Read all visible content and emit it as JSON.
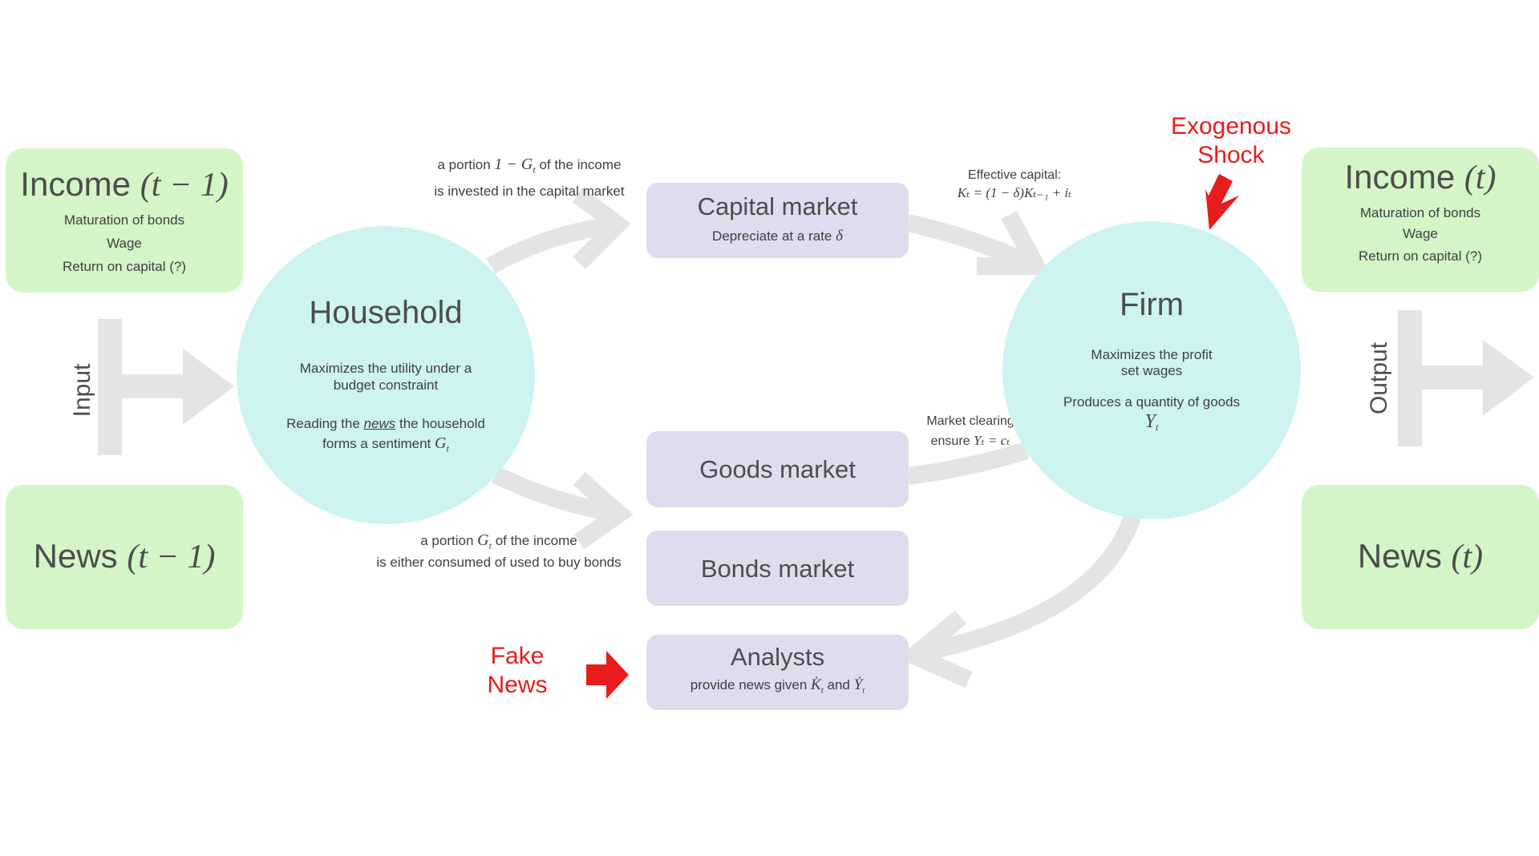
{
  "income_prev": {
    "title_word": "Income",
    "title_math": "(t − 1)",
    "items": [
      "Maturation of bonds",
      "Wage",
      "Return on capital (?)"
    ]
  },
  "news_prev": {
    "title_word": "News",
    "title_math": "(t − 1)"
  },
  "input_label": "Input",
  "household": {
    "title": "Household",
    "line1": "Maximizes the utility under a",
    "line2": "budget constraint",
    "reading_pre": "Reading the",
    "reading_news": "news",
    "reading_post": "the household",
    "forms": "forms a sentiment",
    "forms_math": "G",
    "forms_sub": "t"
  },
  "invest_label": {
    "pre": "a portion",
    "math": "1 − G",
    "sub": "t",
    "post": "of the income",
    "line2": "is invested in the capital market"
  },
  "consume_label": {
    "pre": "a portion",
    "math": "G",
    "sub": "t",
    "post": "of the income",
    "line2": "is either consumed of used to buy bonds"
  },
  "capital_market": {
    "title": "Capital market",
    "sub": "Depreciate at a rate",
    "sub_math": "δ"
  },
  "goods_market": {
    "title": "Goods market"
  },
  "bonds_market": {
    "title": "Bonds market"
  },
  "analysts": {
    "title": "Analysts",
    "sub_pre": "provide news given",
    "sub_k": "K̇",
    "sub_and": "and",
    "sub_y": "Ẏ",
    "sub_t": "t"
  },
  "effective_capital": {
    "line1": "Effective capital:",
    "formula": "Kₜ = (1 − δ)Kₜ₋₁ + iₜ"
  },
  "market_clearing": {
    "line1": "Market clearing",
    "line2": "ensure",
    "math": "Yₜ = cₜ"
  },
  "firm": {
    "title": "Firm",
    "line1": "Maximizes the profit",
    "line2": "set wages",
    "line3": "Produces a quantity of goods",
    "math": "Y",
    "sub": "t"
  },
  "exogenous": {
    "line1": "Exogenous",
    "line2": "Shock"
  },
  "fake_news": {
    "line1": "Fake",
    "line2": "News"
  },
  "income_now": {
    "title_word": "Income",
    "title_math": "(t)",
    "items": [
      "Maturation of bonds",
      "Wage",
      "Return on capital (?)"
    ]
  },
  "news_now": {
    "title_word": "News",
    "title_math": "(t)"
  },
  "output_label": "Output",
  "colors": {
    "green_box": "#d5f5c8",
    "purple_box": "#e1dbee",
    "circle": "#cef4f1",
    "arrow_gray": "#e4e4e4",
    "red": "#e81c1c"
  }
}
